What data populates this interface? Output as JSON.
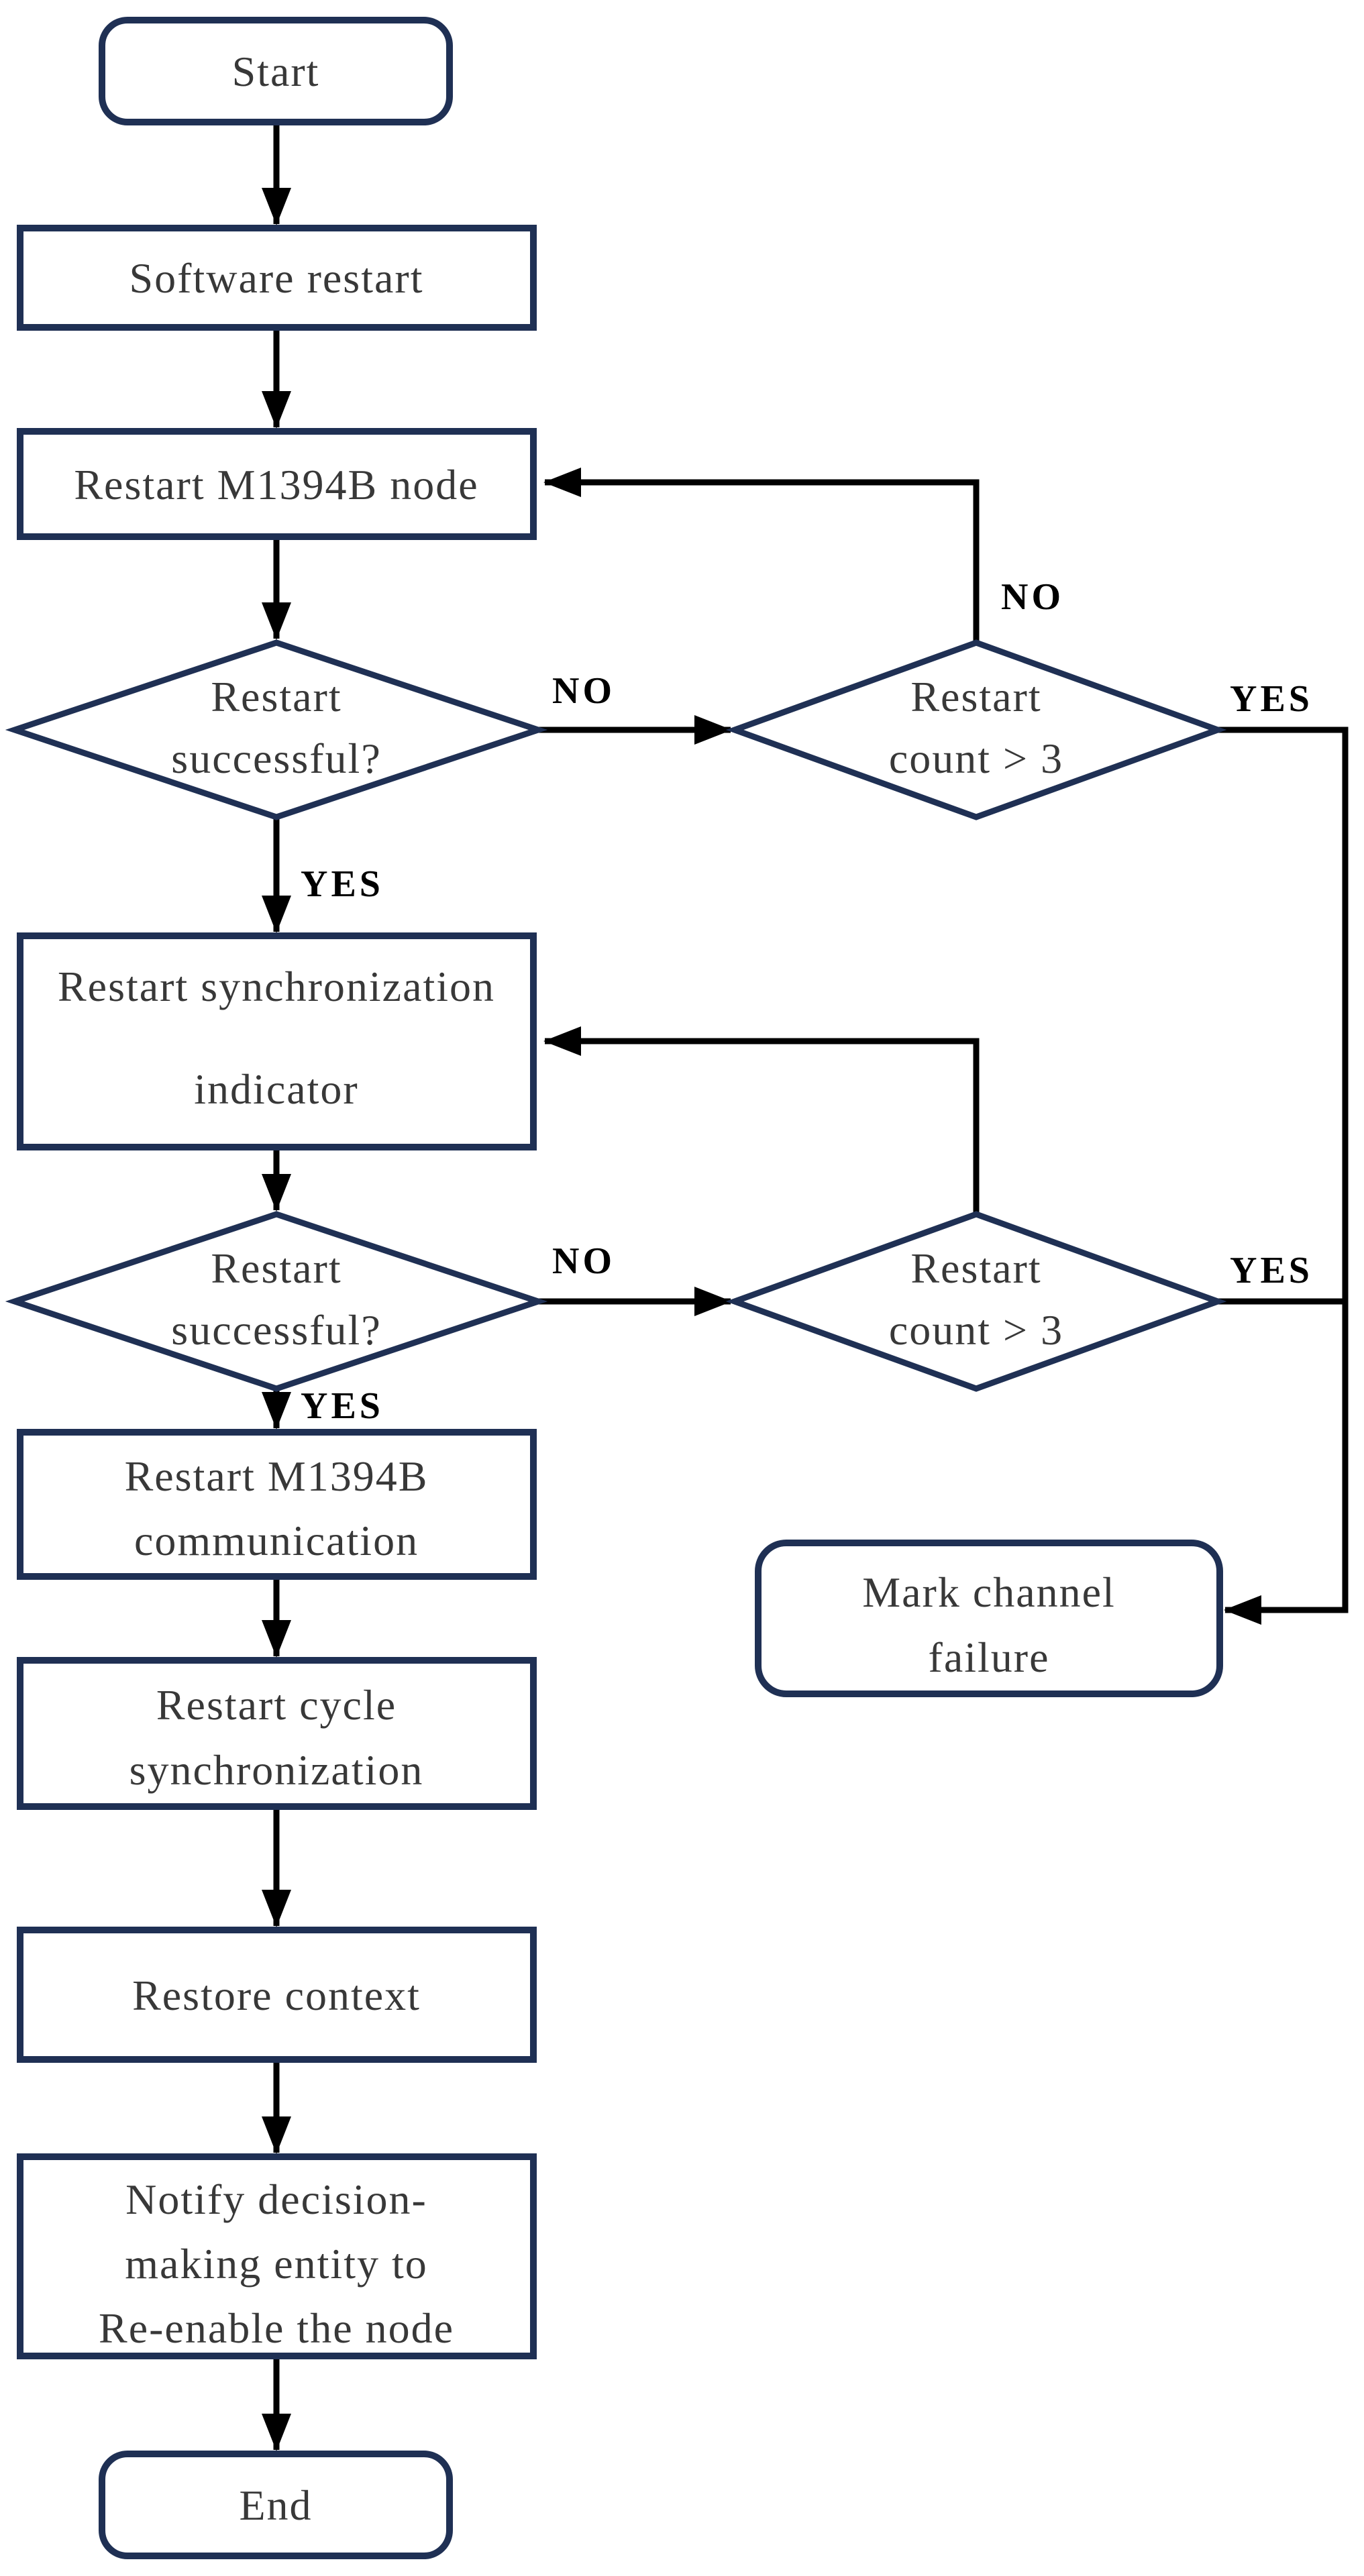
{
  "nodes": {
    "start": {
      "label": "Start"
    },
    "software_restart": {
      "label": "Software restart"
    },
    "restart_node": {
      "label": "Restart M1394B node"
    },
    "decision1": {
      "line1": "Restart",
      "line2": "successful?"
    },
    "count1": {
      "line1": "Restart",
      "line2": "count > 3"
    },
    "sync_indicator": {
      "line1": "Restart synchronization",
      "line2": "indicator"
    },
    "decision2": {
      "line1": "Restart",
      "line2": "successful?"
    },
    "count2": {
      "line1": "Restart",
      "line2": "count > 3"
    },
    "restart_comm": {
      "line1": "Restart M1394B",
      "line2": "communication"
    },
    "mark_failure": {
      "line1": "Mark channel",
      "line2": "failure"
    },
    "cycle_sync": {
      "line1": "Restart cycle",
      "line2": "synchronization"
    },
    "restore_context": {
      "label": "Restore context"
    },
    "notify": {
      "line1": "Notify decision-",
      "line2": "making entity to",
      "line3": "Re-enable the node"
    },
    "end": {
      "label": "End"
    }
  },
  "labels": {
    "row1_no": "NO",
    "row1_yes": "YES",
    "row1_feedback_no": "NO",
    "row1_count_yes": "YES",
    "row2_no": "NO",
    "row2_yes": "YES",
    "row2_count_yes": "YES"
  },
  "colors": {
    "shape_border": "#1f3054",
    "line": "#000000",
    "text": "#383838",
    "label": "#000000",
    "background": "#ffffff"
  }
}
